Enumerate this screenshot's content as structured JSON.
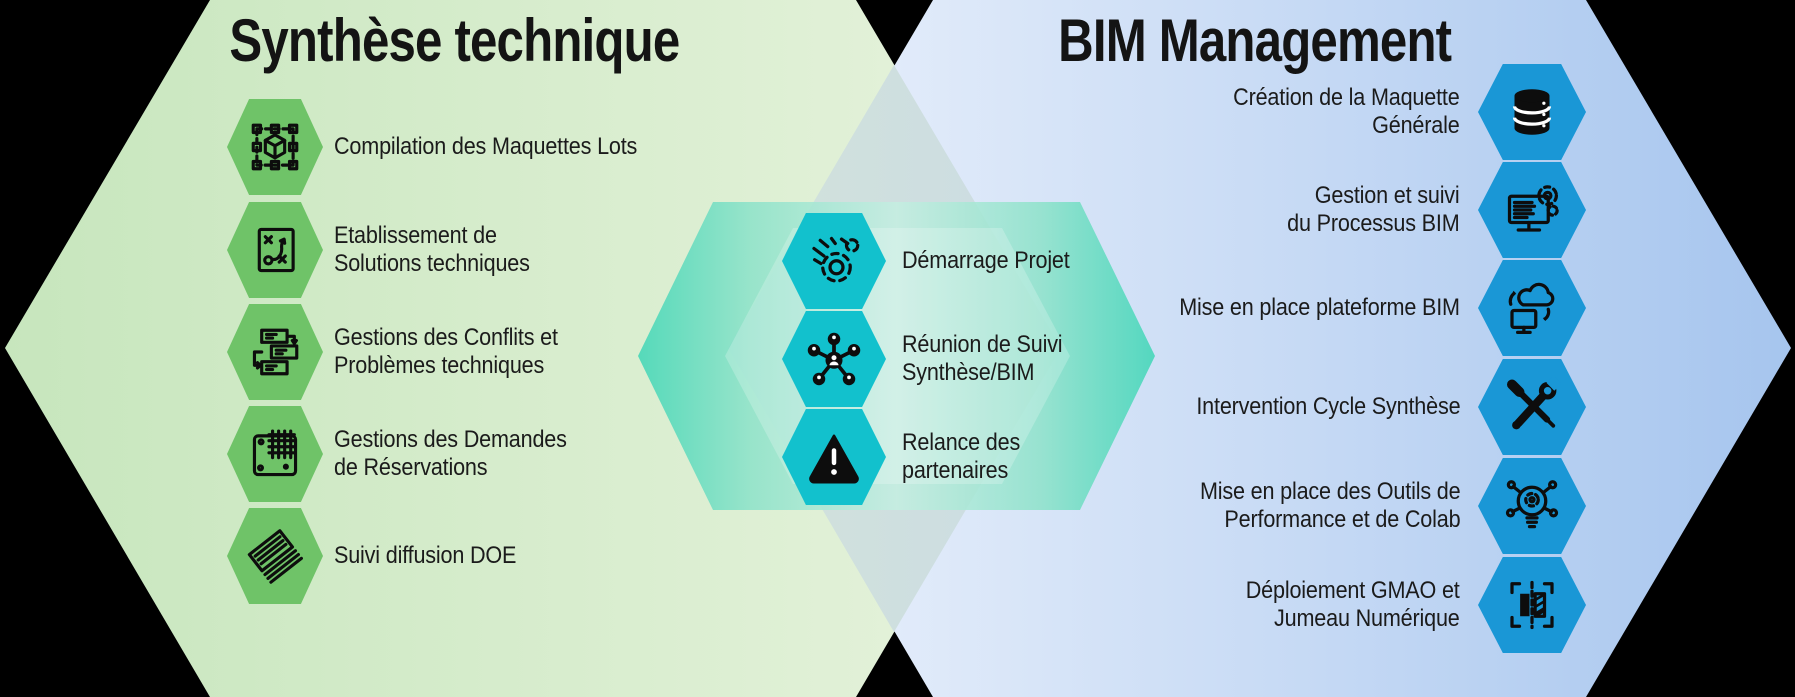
{
  "canvas": {
    "background": "#000000"
  },
  "colors": {
    "left_hexagon_gradient": [
      "#c7e6bd",
      "#e7f3dd"
    ],
    "right_hexagon_gradient": [
      "#ecf2fc",
      "#a6c5ee"
    ],
    "overlap_diamond_gradient": [
      "#d2e3da",
      "#cbdbe4"
    ],
    "center_overlay_teal": "#3ed6b6",
    "center_overlay_light": "#c4eee1",
    "left_item_hex": "#6fc368",
    "center_item_hex": "#12c1cd",
    "right_item_hex": "#1a97d6",
    "icon_color": "#0d0d0d",
    "text": "#1b1b1b"
  },
  "left_section": {
    "title": "Synthèse technique",
    "items": [
      {
        "label": "Compilation des Maquettes Lots",
        "icon": "model-selection-icon"
      },
      {
        "label": "Etablissement de\nSolutions techniques",
        "icon": "strategy-icon"
      },
      {
        "label": "Gestions des Conflits et\nProblèmes techniques",
        "icon": "conflict-flowchart-icon"
      },
      {
        "label": "Gestions des Demandes\nde Réservations",
        "icon": "reservation-grid-icon"
      },
      {
        "label": "Suivi diffusion DOE",
        "icon": "document-stack-icon"
      }
    ]
  },
  "center_section": {
    "items": [
      {
        "label": "Démarrage Projet",
        "icon": "gear-tools-icon"
      },
      {
        "label": "Réunion de Suivi\nSynthèse/BIM",
        "icon": "people-network-icon"
      },
      {
        "label": "Relance des\npartenaires",
        "icon": "warning-triangle-icon"
      }
    ]
  },
  "right_section": {
    "title": "BIM Management",
    "items": [
      {
        "label": "Création de la Maquette\nGénérale",
        "icon": "database-icon"
      },
      {
        "label": "Gestion et suivi\ndu Processus BIM",
        "icon": "computer-gear-icon"
      },
      {
        "label": "Mise en place plateforme BIM",
        "icon": "cloud-sync-icon"
      },
      {
        "label": "Intervention Cycle Synthèse",
        "icon": "crossed-tools-icon"
      },
      {
        "label": "Mise en place des Outils de\nPerformance et de Colab",
        "icon": "idea-gear-icon"
      },
      {
        "label": "Déploiement GMAO et\nJumeau Numérique",
        "icon": "digital-twin-icon"
      }
    ]
  }
}
